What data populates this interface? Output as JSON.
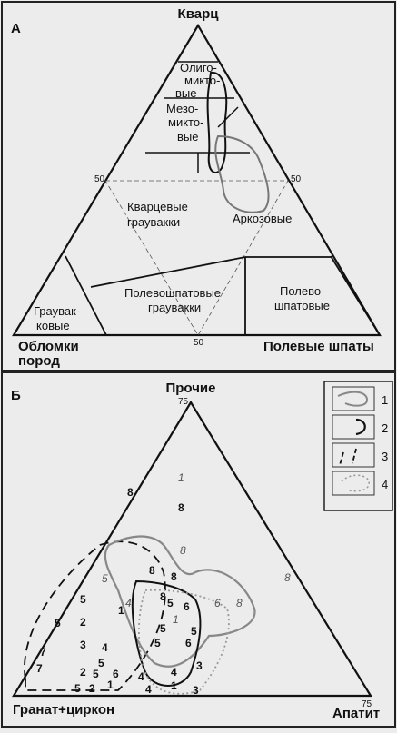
{
  "panel_a": {
    "letter": "А",
    "apex_top": "Кварц",
    "apex_left": [
      "Обломки",
      "пород"
    ],
    "apex_right": "Полевые шпаты",
    "tick_left": "50",
    "tick_right": "50",
    "tick_bottom": "50",
    "fields": {
      "oligo": [
        "Олиго-",
        "микто-",
        "вые"
      ],
      "mezo": [
        "Мезо-",
        "микто-",
        "вые"
      ],
      "quartz_greywacke": [
        "Кварцевые",
        "граувакки"
      ],
      "arkose": "Аркозовые",
      "feldspar_greywacke": [
        "Полевошпатовые",
        "граувакки"
      ],
      "greywacke": [
        "Граувак-",
        "ковые"
      ],
      "feldspathic": [
        "Полево-",
        "шпатовые"
      ]
    }
  },
  "panel_b": {
    "letter": "Б",
    "apex_top": "Прочие",
    "apex_left": "Гранат+циркон",
    "apex_right": "Апатит",
    "tick_top": "75",
    "tick_right": "75",
    "tick_side": "8",
    "points_bold": [
      "8",
      "8",
      "8",
      "8",
      "8",
      "5",
      "5",
      "5",
      "5",
      "1",
      "2",
      "3",
      "4",
      "5",
      "6",
      "7",
      "2",
      "5",
      "4",
      "4",
      "3",
      "7",
      "5",
      "2",
      "1",
      "6",
      "5",
      "6",
      "3",
      "4",
      "1",
      "5"
    ],
    "points_italic": [
      "1",
      "8",
      "5",
      "4",
      "1",
      "6",
      "8"
    ]
  },
  "legend": {
    "labels": [
      "1",
      "2",
      "3",
      "4"
    ]
  }
}
